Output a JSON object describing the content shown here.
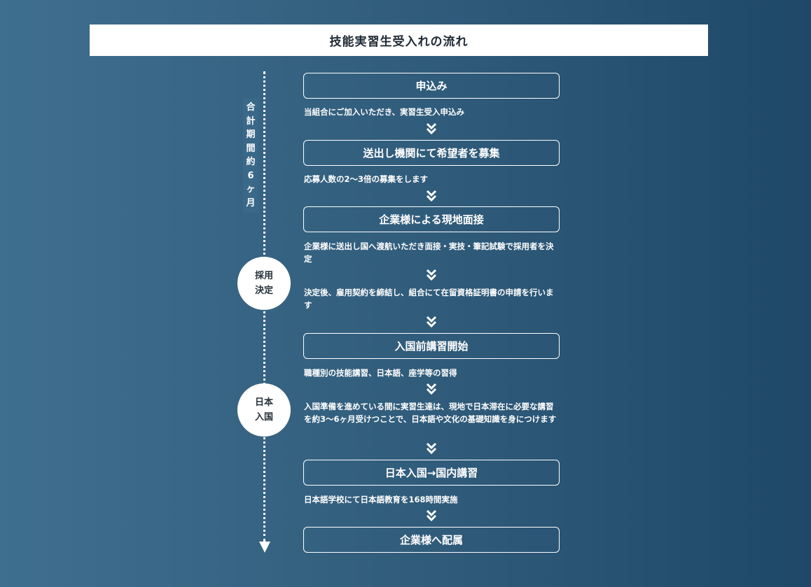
{
  "title": "技能実習生受入れの流れ",
  "period_label_chars": [
    "合",
    "計",
    "期",
    "間",
    "約",
    "6",
    "ヶ",
    "月"
  ],
  "milestones": [
    {
      "line1": "採用",
      "line2": "決定"
    },
    {
      "line1": "日本",
      "line2": "入国"
    }
  ],
  "steps": [
    {
      "label": "申込み"
    },
    {
      "label": "送出し機関にて希望者を募集"
    },
    {
      "label": "企業様による現地面接"
    },
    {
      "label": "入国前講習開始"
    },
    {
      "label": "日本入国→国内講習"
    },
    {
      "label": "企業様へ配属"
    }
  ],
  "descriptions": [
    {
      "text": "当組合にご加入いただき、実習生受入申込み"
    },
    {
      "text": "応募人数の2〜3倍の募集をします"
    },
    {
      "text": "企業様に送出し国へ渡航いただき面接・実技・筆記試験で採用者を決定"
    },
    {
      "text": "決定後、雇用契約を締結し、組合にて在留資格証明書の申請を行います"
    },
    {
      "text": "職種別の技能講習、日本語、座学等の習得"
    },
    {
      "text": "入国準備を進めている間に実習生達は、現地で日本滞在に必要な講習を約3〜6ヶ月受けつことで、日本語や文化の基礎知識を身につけます"
    },
    {
      "text": "日本語学校にて日本語教育を168時間実施"
    }
  ],
  "icons": {
    "chevron": "double-chevron-down-icon",
    "arrow": "arrow-down-icon"
  }
}
